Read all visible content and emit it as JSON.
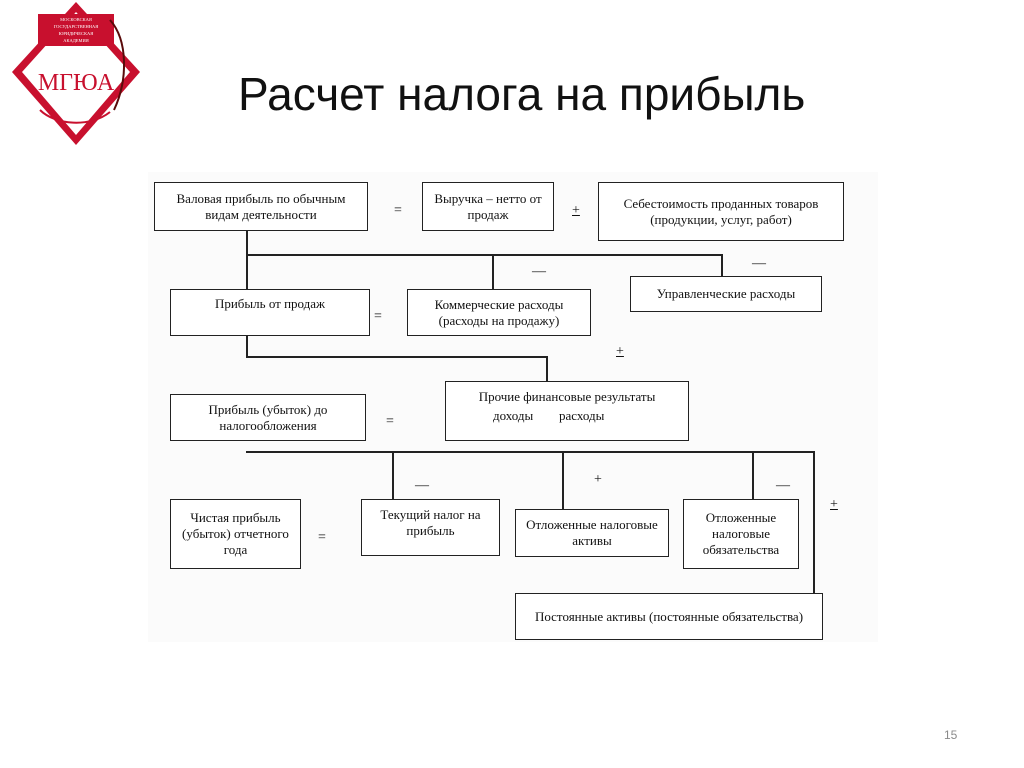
{
  "title": "Расчет налога на прибыль",
  "logo": {
    "text": "МГЮА",
    "caption_lines": [
      "МОСКОВСКАЯ",
      "ГОСУДАРСТВЕННАЯ",
      "ЮРИДИЧЕСКАЯ",
      "АКАДЕМИЯ"
    ],
    "color": "#c8102e"
  },
  "boxes": {
    "gross_profit": "Валовая прибыль по обычным видам деятельности",
    "revenue": "Выручка – нетто от продаж",
    "cost_of_sales": "Себестоимость проданных товаров (продукции, услуг, работ)",
    "profit_from_sales": "Прибыль от продаж",
    "commercial_expenses": "Коммерческие расходы (расходы на продажу)",
    "management_expenses": "Управленческие расходы",
    "profit_before_tax": "Прибыль (убыток) до налогообложения",
    "other_results": "Прочие финансовые результаты",
    "other_income": "доходы",
    "other_expenses": "расходы",
    "net_profit": "Чистая прибыль (убыток) отчетного года",
    "current_tax": "Текущий налог на прибыль",
    "deferred_tax_assets": "Отложенные налоговые активы",
    "deferred_tax_liabilities": "Отложенные налоговые обязательства",
    "permanent_assets": "Постоянные активы (постоянные обязательства)"
  },
  "operators": {
    "eq1": "=",
    "plus1": "+",
    "minus_commercial": "—",
    "minus_management": "—",
    "eq2": "=",
    "plus_other": "+",
    "eq3": "=",
    "minus_current_tax": "—",
    "plus_deferred_assets": "+",
    "minus_deferred_liab": "—",
    "plus_permanent": "+",
    "eq4": "="
  },
  "page_number": "15"
}
